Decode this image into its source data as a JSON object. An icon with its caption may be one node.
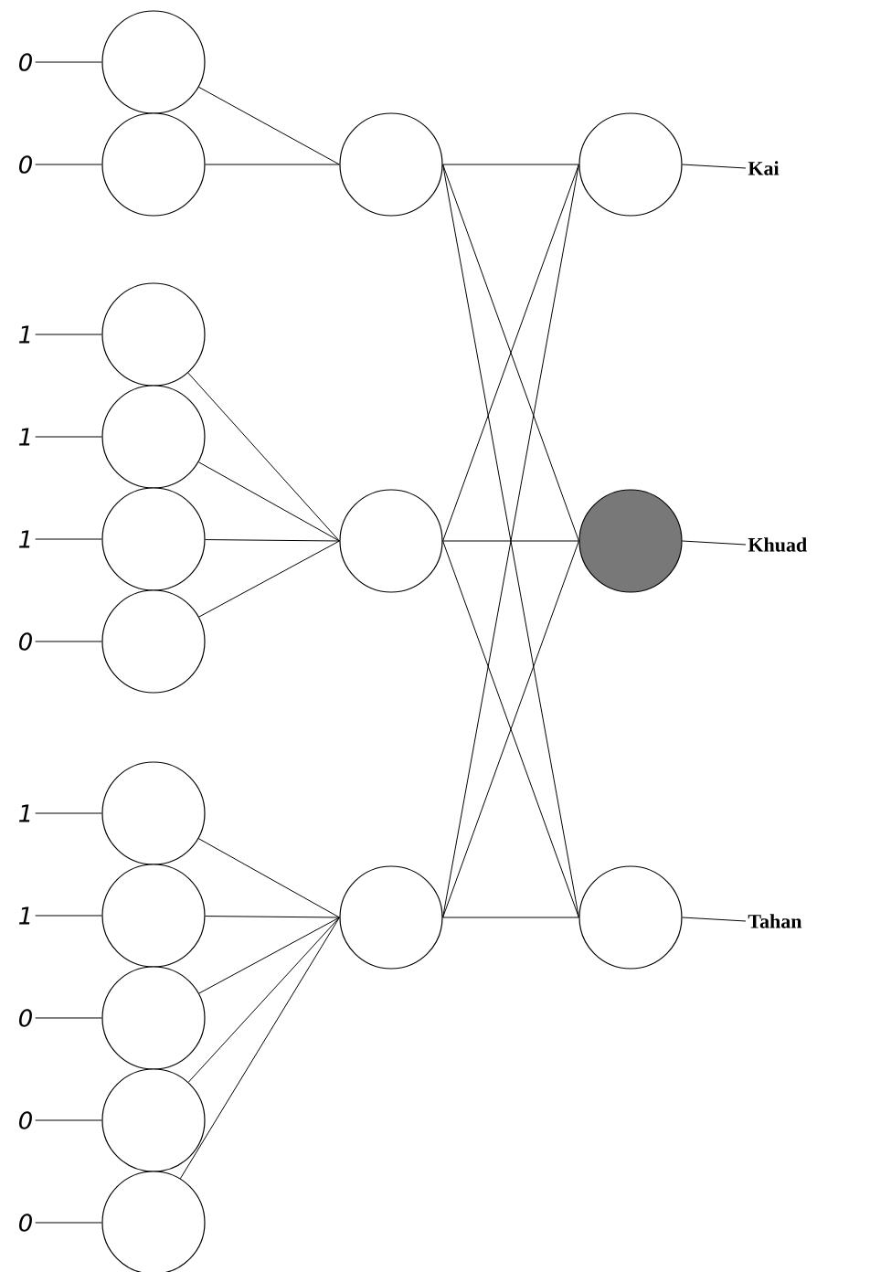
{
  "diagram": {
    "nodes": [
      {
        "text": [
          "0"
        ]
      },
      {
        "text": [
          "0"
        ]
      },
      {
        "text": [
          "1"
        ]
      },
      {
        "text": [
          "1"
        ]
      },
      {
        "text": [
          "1"
        ]
      },
      {
        "text": [
          "0"
        ]
      },
      {
        "text": [
          "1"
        ]
      },
      {
        "text": [
          "1"
        ]
      },
      {
        "text": [
          "0"
        ]
      },
      {
        "text": [
          "0"
        ]
      },
      {
        "text": [
          "0"
        ]
      },
      {
        "text": [],
        "shape": "circle"
      },
      {
        "text": [],
        "shape": "circle"
      },
      {
        "text": [],
        "shape": "circle"
      },
      {
        "text": [],
        "shape": "circle"
      },
      {
        "text": [],
        "shape": "circle"
      },
      {
        "text": [],
        "shape": "circle"
      },
      {
        "text": [],
        "shape": "circle"
      },
      {
        "text": [],
        "shape": "circle"
      },
      {
        "text": [],
        "shape": "circle"
      },
      {
        "text": [],
        "shape": "circle"
      },
      {
        "text": [],
        "shape": "circle"
      },
      {
        "text": [],
        "shape": "circle"
      },
      {
        "text": [],
        "shape": "circle"
      },
      {
        "text": [],
        "shape": "circle"
      },
      {
        "text": [],
        "shape": "circle"
      },
      {
        "text": [],
        "shape": "circle"
      },
      {
        "text": [],
        "shape": "circle"
      },
      {
        "text": [
          "Kai"
        ]
      },
      {
        "text": [
          "Khuad"
        ]
      },
      {
        "text": [
          "Tahan"
        ]
      }
    ],
    "edges": [
      {
        "from": 0,
        "to": 11,
        "arrow": "none"
      },
      {
        "from": 1,
        "to": 12,
        "arrow": "none"
      },
      {
        "from": 2,
        "to": 13,
        "arrow": "none"
      },
      {
        "from": 3,
        "to": 14,
        "arrow": "none"
      },
      {
        "from": 4,
        "to": 15,
        "arrow": "none"
      },
      {
        "from": 5,
        "to": 16,
        "arrow": "none"
      },
      {
        "from": 6,
        "to": 17,
        "arrow": "none"
      },
      {
        "from": 7,
        "to": 18,
        "arrow": "none"
      },
      {
        "from": 8,
        "to": 19,
        "arrow": "none"
      },
      {
        "from": 9,
        "to": 20,
        "arrow": "none"
      },
      {
        "from": 10,
        "to": 21,
        "arrow": "none"
      },
      {
        "from": 11,
        "to": 22,
        "arrow": "none"
      },
      {
        "from": 12,
        "to": 22,
        "arrow": "none"
      },
      {
        "from": 13,
        "to": 23,
        "arrow": "none"
      },
      {
        "from": 14,
        "to": 23,
        "arrow": "none"
      },
      {
        "from": 15,
        "to": 23,
        "arrow": "none"
      },
      {
        "from": 16,
        "to": 23,
        "arrow": "none"
      },
      {
        "from": 17,
        "to": 24,
        "arrow": "none"
      },
      {
        "from": 18,
        "to": 24,
        "arrow": "none"
      },
      {
        "from": 19,
        "to": 24,
        "arrow": "none"
      },
      {
        "from": 20,
        "to": 24,
        "arrow": "none"
      },
      {
        "from": 21,
        "to": 24,
        "arrow": "none"
      },
      {
        "from": 22,
        "to": 25,
        "arrow": "none"
      },
      {
        "from": 22,
        "to": 26,
        "arrow": "none"
      },
      {
        "from": 22,
        "to": 27,
        "arrow": "none"
      },
      {
        "from": 23,
        "to": 25,
        "arrow": "none"
      },
      {
        "from": 23,
        "to": 26,
        "arrow": "none"
      },
      {
        "from": 23,
        "to": 27,
        "arrow": "none"
      },
      {
        "from": 24,
        "to": 25,
        "arrow": "none"
      },
      {
        "from": 24,
        "to": 26,
        "arrow": "none"
      },
      {
        "from": 24,
        "to": 27,
        "arrow": "none"
      },
      {
        "from": 25,
        "to": 28,
        "arrow": "none"
      },
      {
        "from": 26,
        "to": 29,
        "arrow": "none"
      },
      {
        "from": 27,
        "to": 30,
        "arrow": "none"
      }
    ]
  }
}
